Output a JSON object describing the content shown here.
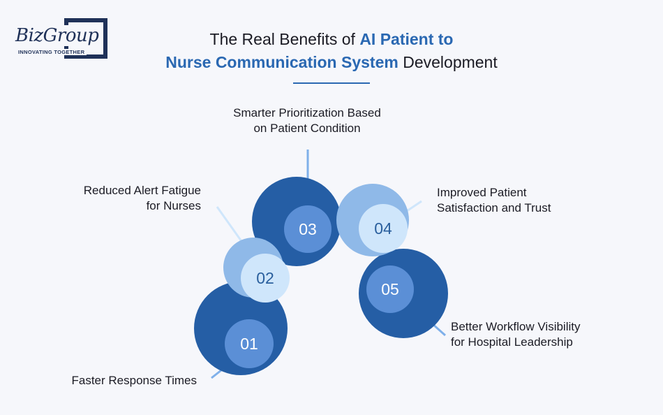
{
  "logo": {
    "wordmark": "BizGroup",
    "tagline": "INNOVATING TOGETHER"
  },
  "title": {
    "line1_prefix": "The Real Benefits of ",
    "line1_accent": "AI Patient to",
    "line2_accent": "Nurse Communication System",
    "line2_suffix": " Development"
  },
  "colors": {
    "dark_blue": "#255ea5",
    "mid_blue": "#5b8fd6",
    "light_blue": "#8fb9e8",
    "pale_blue": "#cfe6fb",
    "accent_text": "#2a68b2",
    "brand_navy": "#1f3158"
  },
  "benefits": [
    {
      "number": "01",
      "label_line1": "Faster Response Times",
      "label_line2": ""
    },
    {
      "number": "02",
      "label_line1": "Reduced Alert Fatigue",
      "label_line2": "for Nurses"
    },
    {
      "number": "03",
      "label_line1": "Smarter Prioritization Based",
      "label_line2": "on Patient Condition"
    },
    {
      "number": "04",
      "label_line1": "Improved Patient",
      "label_line2": "Satisfaction and Trust"
    },
    {
      "number": "05",
      "label_line1": "Better Workflow Visibility",
      "label_line2": "for Hospital Leadership"
    }
  ]
}
